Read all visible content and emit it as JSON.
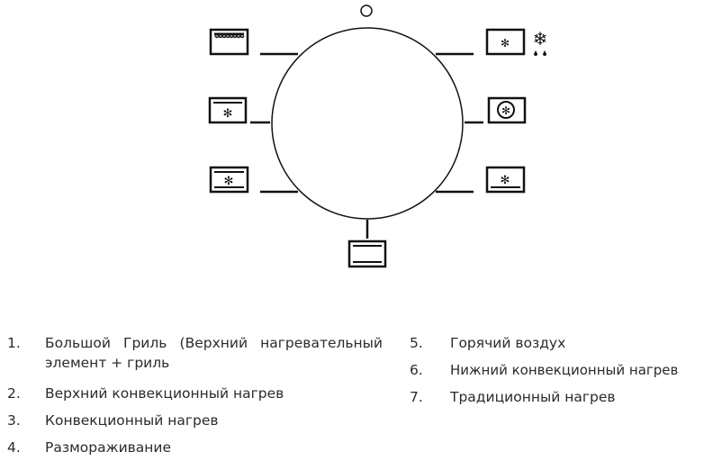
{
  "legend_left": [
    {
      "num": "1.",
      "text": "Большой Гриль (Верхний нагревательный элемент + гриль"
    },
    {
      "num": "2.",
      "text": "Верхний конвекционный нагрев"
    },
    {
      "num": "3.",
      "text": "Конвекционный нагрев"
    },
    {
      "num": "4.",
      "text": "Размораживание"
    }
  ],
  "legend_right": [
    {
      "num": "5.",
      "text": "Горячий воздух"
    },
    {
      "num": "6.",
      "text": "Нижний конвекционный нагрев"
    },
    {
      "num": "7.",
      "text": "Традиционный нагрев"
    }
  ]
}
